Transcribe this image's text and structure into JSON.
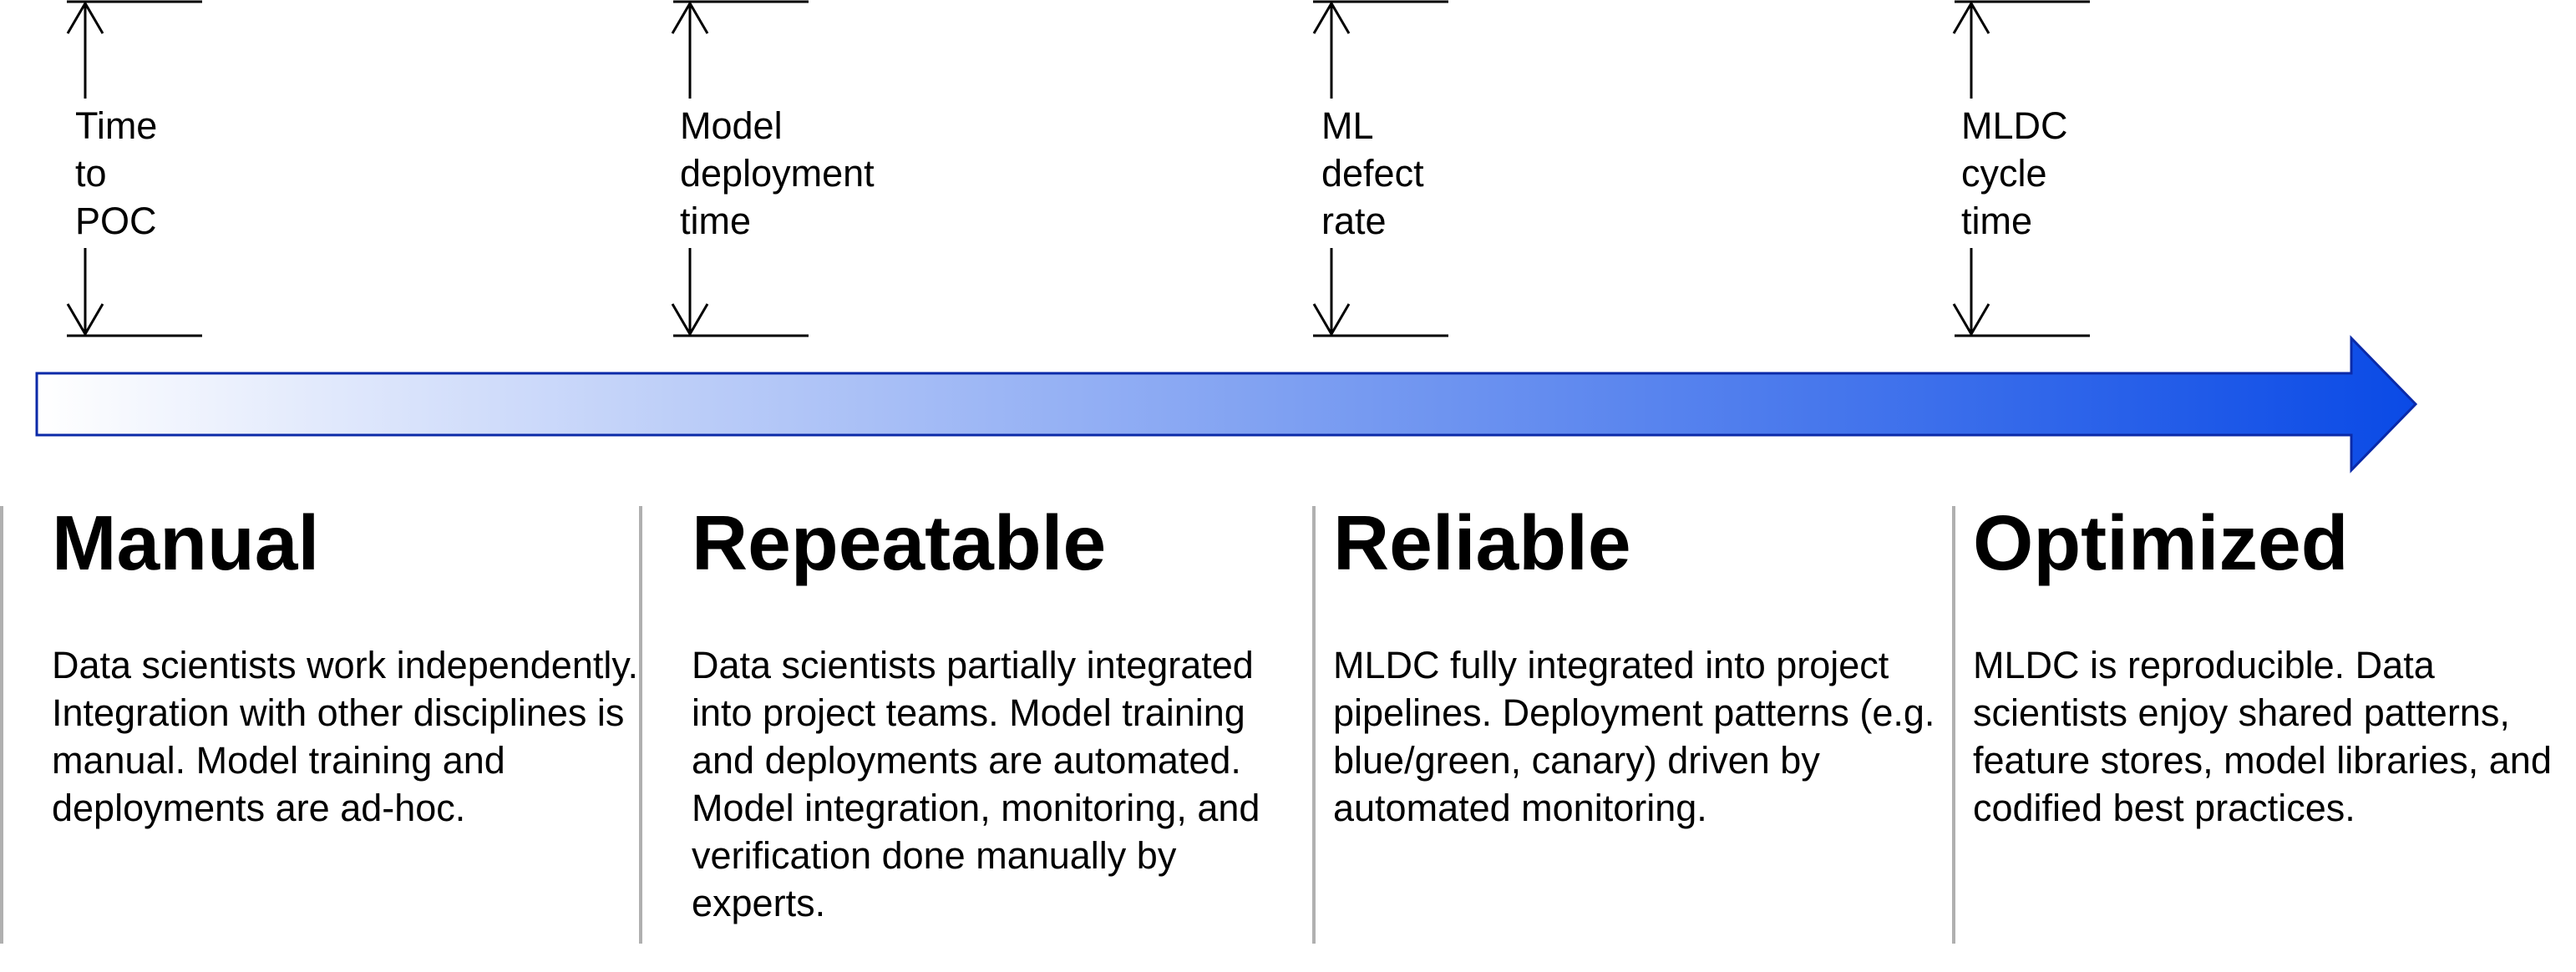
{
  "colors": {
    "arrow_start": "#ffffff",
    "arrow_end": "#0a4ae6",
    "arrow_outline": "#0b2aa8",
    "divider": "#b0b0b0",
    "line": "#000000"
  },
  "metrics": [
    {
      "label": "Time\nto\nPOC"
    },
    {
      "label": "Model\ndeployment\ntime"
    },
    {
      "label": "ML\ndefect\nrate"
    },
    {
      "label": "MLDC\ncycle\ntime"
    }
  ],
  "stages": [
    {
      "title": "Manual",
      "description": "Data scientists work independently.  Integration with other disciplines is manual.  Model training and deployments are ad-hoc."
    },
    {
      "title": "Repeatable",
      "description": "Data scientists partially integrated into project teams.  Model training and deployments are automated.  Model integration, monitoring, and verification done manually by experts."
    },
    {
      "title": "Reliable",
      "description": "MLDC fully integrated into project pipelines.  Deployment patterns (e.g. blue/green, canary) driven by automated monitoring."
    },
    {
      "title": "Optimized",
      "description": "MLDC is reproducible.  Data scientists enjoy shared patterns, feature stores, model libraries, and codified best practices."
    }
  ]
}
